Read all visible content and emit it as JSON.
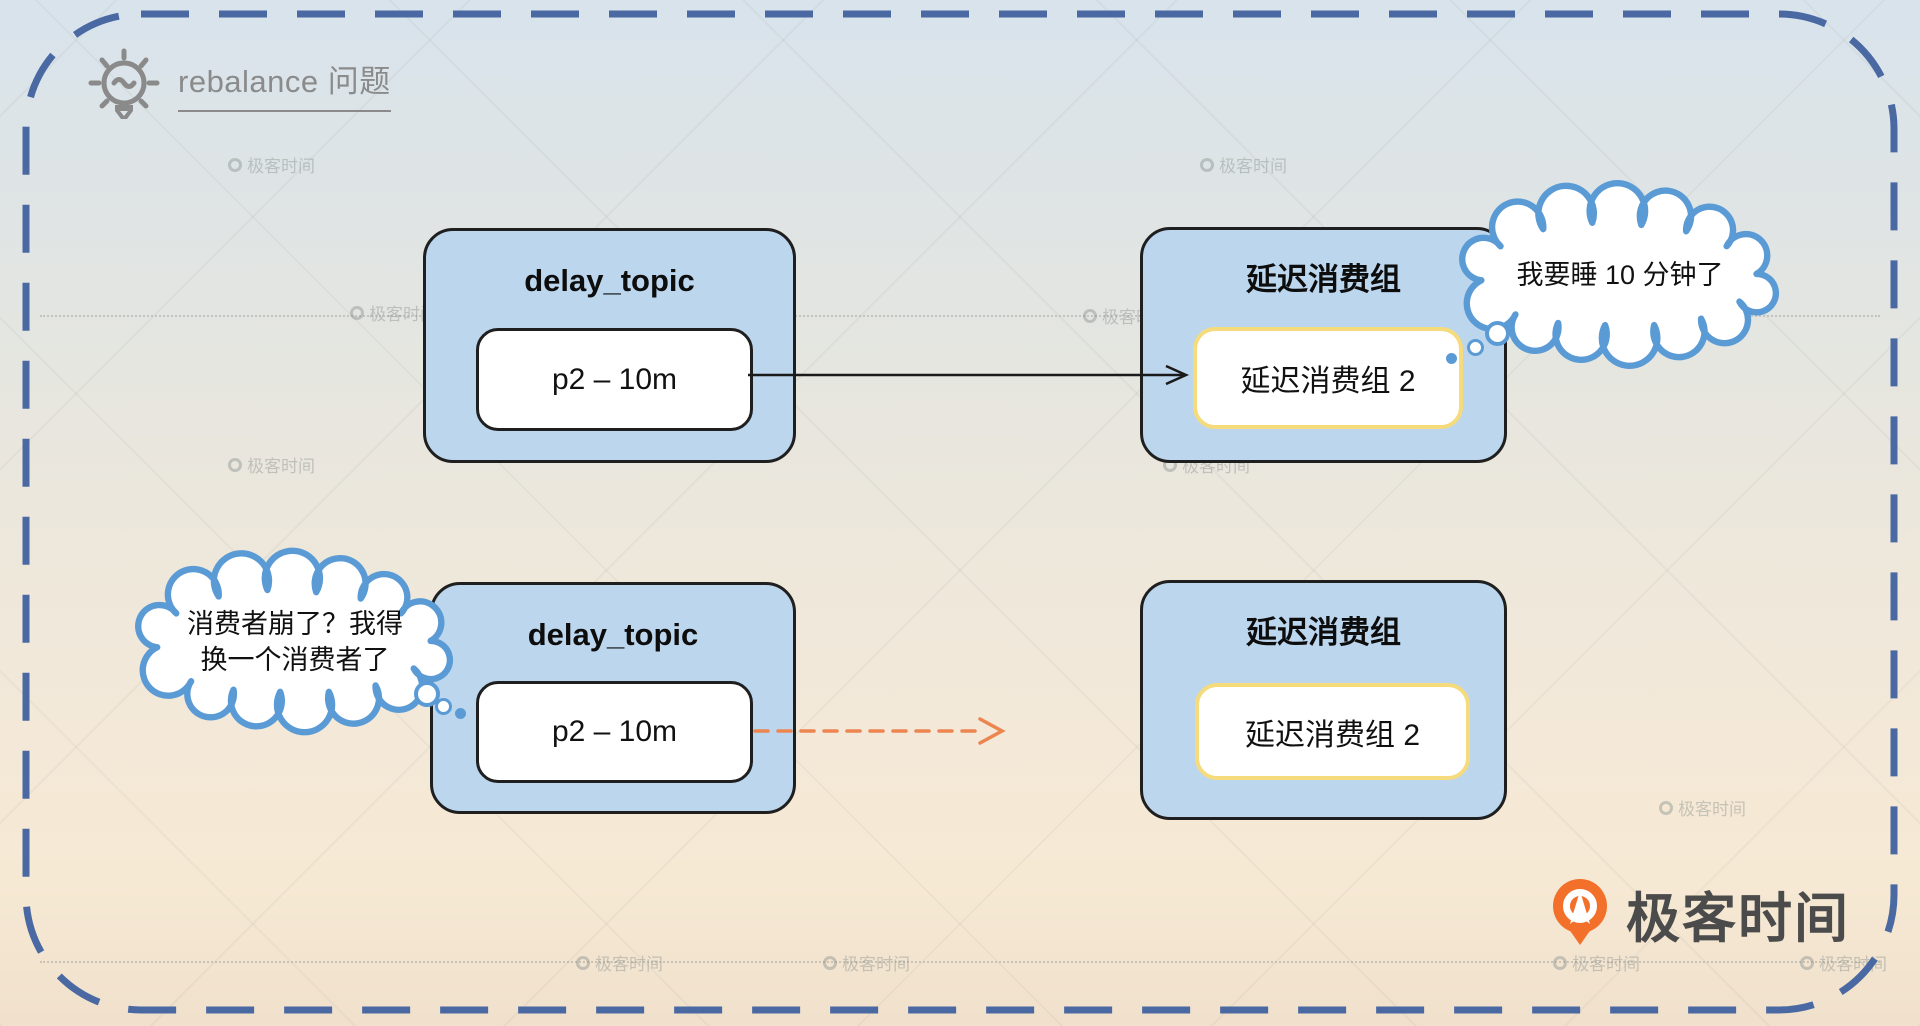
{
  "header": {
    "title": "rebalance 问题"
  },
  "nodes": {
    "top_topic": {
      "title": "delay_topic",
      "item": "p2 – 10m"
    },
    "top_group": {
      "title": "延迟消费组",
      "item": "延迟消费组 2"
    },
    "bottom_topic": {
      "title": "delay_topic",
      "item": "p2 – 10m"
    },
    "bottom_group": {
      "title": "延迟消费组",
      "item": "延迟消费组 2"
    }
  },
  "bubbles": {
    "sleep": {
      "text": "我要睡 10 分钟了"
    },
    "crash": {
      "line1": "消费者崩了？我得",
      "line2": "换一个消费者了"
    }
  },
  "logo": {
    "label": "极客时间"
  },
  "watermark": {
    "label": "极客时间"
  },
  "colors": {
    "border_blue": "#4a69a3",
    "node_fill": "#bcd6ee",
    "node_border": "#1f1f1f",
    "inner_yellow": "#f6db7c",
    "cloud_blue": "#5b9bd5",
    "arrow_black": "#1a1a1a",
    "arrow_orange": "#ec8550",
    "logo_orange": "#f3702b",
    "title_gray": "#8b8b8b"
  }
}
